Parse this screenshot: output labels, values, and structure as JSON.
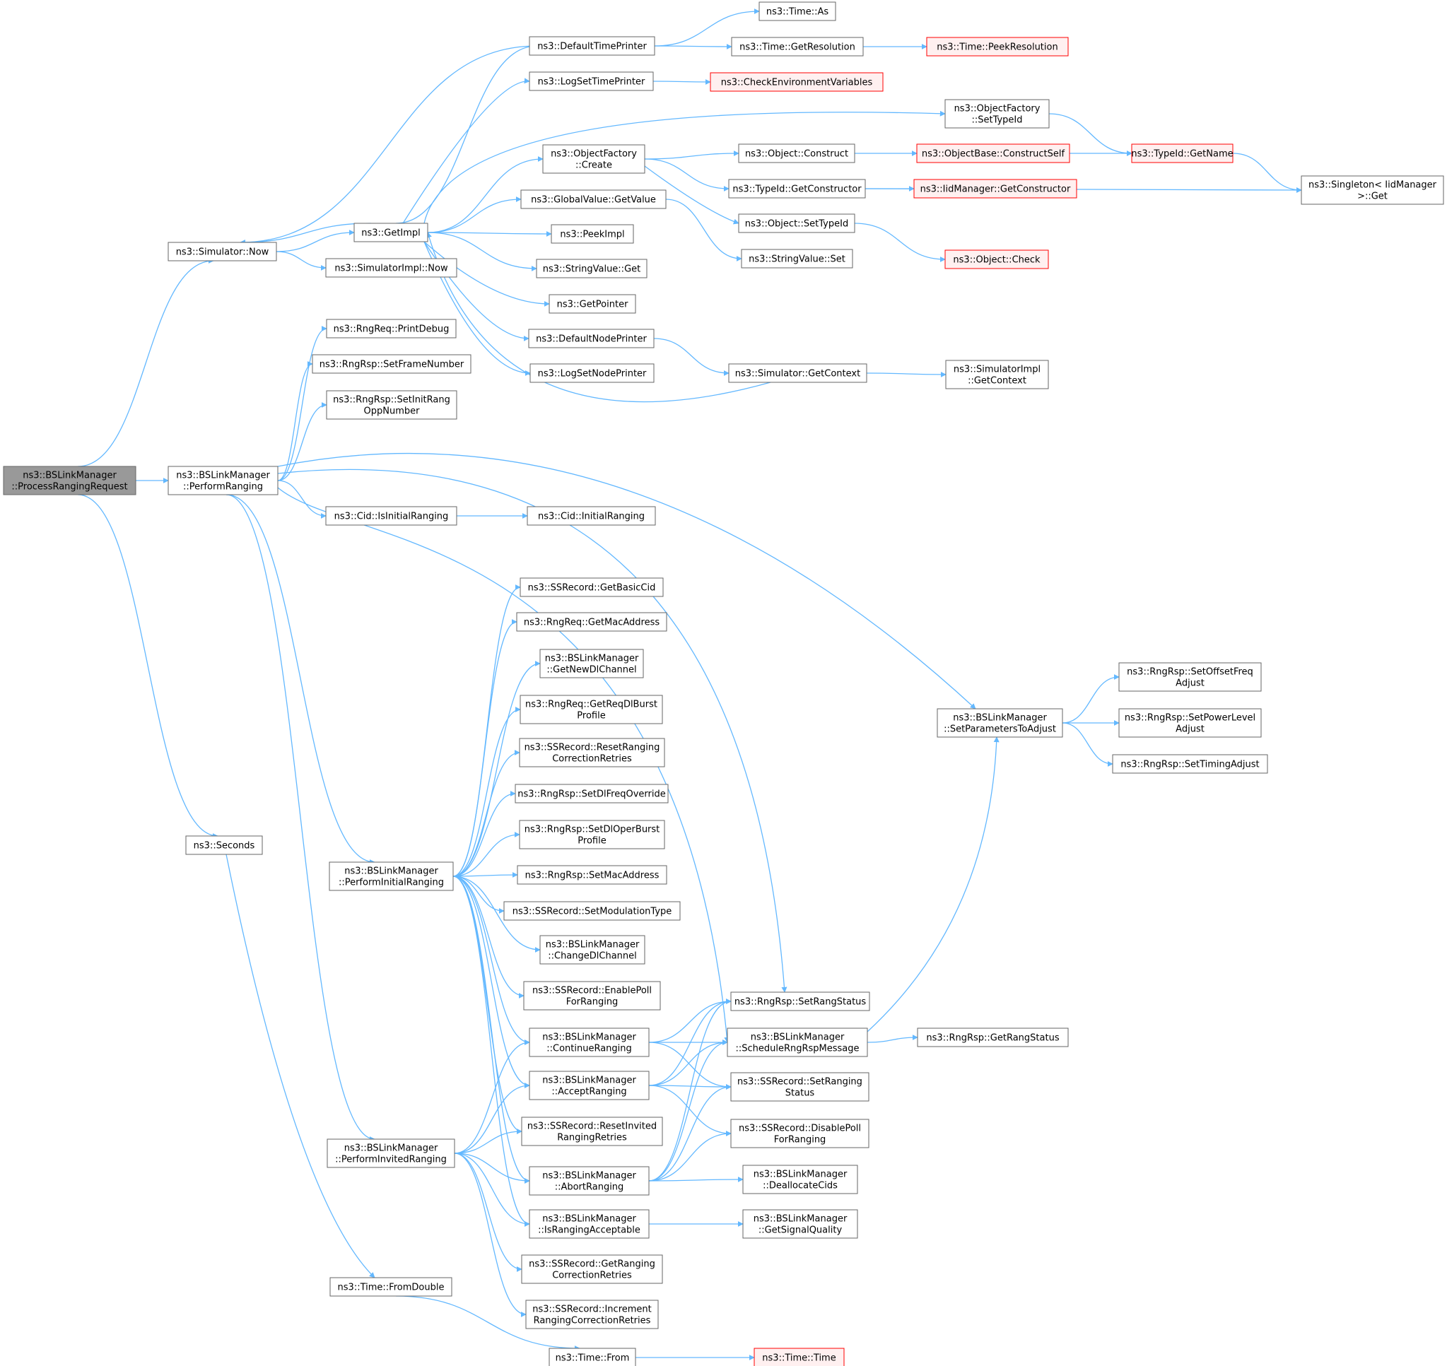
{
  "colors": {
    "edge": "#63b8ff",
    "node_fill": "#ffffff",
    "node_border": "#666666",
    "root_fill": "#999999",
    "root_border": "#666666",
    "truncated_fill": "#fff0f0",
    "truncated_border": "#ff0000"
  },
  "nodes": [
    {
      "id": "processRanging",
      "lines": [
        "ns3::BSLinkManager",
        "::ProcessRangingRequest"
      ],
      "style": "root"
    },
    {
      "id": "simNow",
      "lines": [
        "ns3::Simulator::Now"
      ],
      "style": "normal"
    },
    {
      "id": "performRanging",
      "lines": [
        "ns3::BSLinkManager",
        "::PerformRanging"
      ],
      "style": "normal"
    },
    {
      "id": "seconds",
      "lines": [
        "ns3::Seconds"
      ],
      "style": "normal"
    },
    {
      "id": "getImpl",
      "lines": [
        "ns3::GetImpl"
      ],
      "style": "normal"
    },
    {
      "id": "simImplNow",
      "lines": [
        "ns3::SimulatorImpl::Now"
      ],
      "style": "normal"
    },
    {
      "id": "rngReqPrintDebug",
      "lines": [
        "ns3::RngReq::PrintDebug"
      ],
      "style": "normal"
    },
    {
      "id": "rngRspSetFrameNumber",
      "lines": [
        "ns3::RngRsp::SetFrameNumber"
      ],
      "style": "normal"
    },
    {
      "id": "rngRspSetInitRang",
      "lines": [
        "ns3::RngRsp::SetInitRang",
        "OppNumber"
      ],
      "style": "normal"
    },
    {
      "id": "cidIsInitialRanging",
      "lines": [
        "ns3::Cid::IsInitialRanging"
      ],
      "style": "normal"
    },
    {
      "id": "performInitialRanging",
      "lines": [
        "ns3::BSLinkManager",
        "::PerformInitialRanging"
      ],
      "style": "normal"
    },
    {
      "id": "performInvitedRanging",
      "lines": [
        "ns3::BSLinkManager",
        "::PerformInvitedRanging"
      ],
      "style": "normal"
    },
    {
      "id": "timeFromDouble",
      "lines": [
        "ns3::Time::FromDouble"
      ],
      "style": "normal"
    },
    {
      "id": "defaultTimePrinter",
      "lines": [
        "ns3::DefaultTimePrinter"
      ],
      "style": "normal"
    },
    {
      "id": "logSetTimePrinter",
      "lines": [
        "ns3::LogSetTimePrinter"
      ],
      "style": "normal"
    },
    {
      "id": "objectFactoryCreate",
      "lines": [
        "ns3::ObjectFactory",
        "::Create"
      ],
      "style": "normal"
    },
    {
      "id": "globalValueGetValue",
      "lines": [
        "ns3::GlobalValue::GetValue"
      ],
      "style": "normal"
    },
    {
      "id": "peekImpl",
      "lines": [
        "ns3::PeekImpl"
      ],
      "style": "normal"
    },
    {
      "id": "stringValueGet",
      "lines": [
        "ns3::StringValue::Get"
      ],
      "style": "normal"
    },
    {
      "id": "getPointer",
      "lines": [
        "ns3::GetPointer"
      ],
      "style": "normal"
    },
    {
      "id": "defaultNodePrinter",
      "lines": [
        "ns3::DefaultNodePrinter"
      ],
      "style": "normal"
    },
    {
      "id": "logSetNodePrinter",
      "lines": [
        "ns3::LogSetNodePrinter"
      ],
      "style": "normal"
    },
    {
      "id": "cidInitialRanging",
      "lines": [
        "ns3::Cid::InitialRanging"
      ],
      "style": "normal"
    },
    {
      "id": "ssGetBasicCid",
      "lines": [
        "ns3::SSRecord::GetBasicCid"
      ],
      "style": "normal"
    },
    {
      "id": "rngReqGetMacAddress",
      "lines": [
        "ns3::RngReq::GetMacAddress"
      ],
      "style": "normal"
    },
    {
      "id": "getNewDlChannel",
      "lines": [
        "ns3::BSLinkManager",
        "::GetNewDlChannel"
      ],
      "style": "normal"
    },
    {
      "id": "rngReqGetReqDlBurst",
      "lines": [
        "ns3::RngReq::GetReqDlBurst",
        "Profile"
      ],
      "style": "normal"
    },
    {
      "id": "ssResetRangingCorr",
      "lines": [
        "ns3::SSRecord::ResetRanging",
        "CorrectionRetries"
      ],
      "style": "normal"
    },
    {
      "id": "rngRspSetDlFreqOverride",
      "lines": [
        "ns3::RngRsp::SetDlFreqOverride"
      ],
      "style": "normal"
    },
    {
      "id": "rngRspSetDlOperBurst",
      "lines": [
        "ns3::RngRsp::SetDlOperBurst",
        "Profile"
      ],
      "style": "normal"
    },
    {
      "id": "rngRspSetMacAddress",
      "lines": [
        "ns3::RngRsp::SetMacAddress"
      ],
      "style": "normal"
    },
    {
      "id": "ssSetModulationType",
      "lines": [
        "ns3::SSRecord::SetModulationType"
      ],
      "style": "normal"
    },
    {
      "id": "changeDlChannel",
      "lines": [
        "ns3::BSLinkManager",
        "::ChangeDlChannel"
      ],
      "style": "normal"
    },
    {
      "id": "ssEnablePoll",
      "lines": [
        "ns3::SSRecord::EnablePoll",
        "ForRanging"
      ],
      "style": "normal"
    },
    {
      "id": "continueRanging",
      "lines": [
        "ns3::BSLinkManager",
        "::ContinueRanging"
      ],
      "style": "normal"
    },
    {
      "id": "acceptRanging",
      "lines": [
        "ns3::BSLinkManager",
        "::AcceptRanging"
      ],
      "style": "normal"
    },
    {
      "id": "ssResetInvited",
      "lines": [
        "ns3::SSRecord::ResetInvited",
        "RangingRetries"
      ],
      "style": "normal"
    },
    {
      "id": "abortRanging",
      "lines": [
        "ns3::BSLinkManager",
        "::AbortRanging"
      ],
      "style": "normal"
    },
    {
      "id": "isRangingAcceptable",
      "lines": [
        "ns3::BSLinkManager",
        "::IsRangingAcceptable"
      ],
      "style": "normal"
    },
    {
      "id": "ssGetRangingCorr",
      "lines": [
        "ns3::SSRecord::GetRanging",
        "CorrectionRetries"
      ],
      "style": "normal"
    },
    {
      "id": "ssIncrementRanging",
      "lines": [
        "ns3::SSRecord::Increment",
        "RangingCorrectionRetries"
      ],
      "style": "normal"
    },
    {
      "id": "timeFrom",
      "lines": [
        "ns3::Time::From"
      ],
      "style": "normal"
    },
    {
      "id": "timeAs",
      "lines": [
        "ns3::Time::As"
      ],
      "style": "normal"
    },
    {
      "id": "timeGetResolution",
      "lines": [
        "ns3::Time::GetResolution"
      ],
      "style": "normal"
    },
    {
      "id": "checkEnvVars",
      "lines": [
        "ns3::CheckEnvironmentVariables"
      ],
      "style": "truncated"
    },
    {
      "id": "objectFactorySetTypeId",
      "lines": [
        "ns3::ObjectFactory",
        "::SetTypeId"
      ],
      "style": "normal"
    },
    {
      "id": "objectConstruct",
      "lines": [
        "ns3::Object::Construct"
      ],
      "style": "normal"
    },
    {
      "id": "typeIdGetConstructor",
      "lines": [
        "ns3::TypeId::GetConstructor"
      ],
      "style": "normal"
    },
    {
      "id": "objectSetTypeId",
      "lines": [
        "ns3::Object::SetTypeId"
      ],
      "style": "normal"
    },
    {
      "id": "stringValueSet",
      "lines": [
        "ns3::StringValue::Set"
      ],
      "style": "normal"
    },
    {
      "id": "simGetContext",
      "lines": [
        "ns3::Simulator::GetContext"
      ],
      "style": "normal"
    },
    {
      "id": "setParametersToAdjust",
      "lines": [
        "ns3::BSLinkManager",
        "::SetParametersToAdjust"
      ],
      "style": "normal"
    },
    {
      "id": "rngRspSetRangStatus",
      "lines": [
        "ns3::RngRsp::SetRangStatus"
      ],
      "style": "normal"
    },
    {
      "id": "scheduleRngRspMessage",
      "lines": [
        "ns3::BSLinkManager",
        "::ScheduleRngRspMessage"
      ],
      "style": "normal"
    },
    {
      "id": "ssSetRangingStatus",
      "lines": [
        "ns3::SSRecord::SetRanging",
        "Status"
      ],
      "style": "normal"
    },
    {
      "id": "ssDisablePoll",
      "lines": [
        "ns3::SSRecord::DisablePoll",
        "ForRanging"
      ],
      "style": "normal"
    },
    {
      "id": "deallocateCids",
      "lines": [
        "ns3::BSLinkManager",
        "::DeallocateCids"
      ],
      "style": "normal"
    },
    {
      "id": "getSignalQuality",
      "lines": [
        "ns3::BSLinkManager",
        "::GetSignalQuality"
      ],
      "style": "normal"
    },
    {
      "id": "timeTime",
      "lines": [
        "ns3::Time::Time"
      ],
      "style": "truncated"
    },
    {
      "id": "timePeekResolution",
      "lines": [
        "ns3::Time::PeekResolution"
      ],
      "style": "truncated"
    },
    {
      "id": "objectBaseConstructSelf",
      "lines": [
        "ns3::ObjectBase::ConstructSelf"
      ],
      "style": "truncated"
    },
    {
      "id": "iidManagerGetConstructor",
      "lines": [
        "ns3::IidManager::GetConstructor"
      ],
      "style": "truncated"
    },
    {
      "id": "objectCheck",
      "lines": [
        "ns3::Object::Check"
      ],
      "style": "truncated"
    },
    {
      "id": "simImplGetContext",
      "lines": [
        "ns3::SimulatorImpl",
        "::GetContext"
      ],
      "style": "normal"
    },
    {
      "id": "rngRspSetOffsetFreq",
      "lines": [
        "ns3::RngRsp::SetOffsetFreq",
        "Adjust"
      ],
      "style": "normal"
    },
    {
      "id": "rngRspSetPowerLevel",
      "lines": [
        "ns3::RngRsp::SetPowerLevel",
        "Adjust"
      ],
      "style": "normal"
    },
    {
      "id": "rngRspSetTimingAdjust",
      "lines": [
        "ns3::RngRsp::SetTimingAdjust"
      ],
      "style": "normal"
    },
    {
      "id": "rngRspGetRangStatus",
      "lines": [
        "ns3::RngRsp::GetRangStatus"
      ],
      "style": "normal"
    },
    {
      "id": "typeIdGetName",
      "lines": [
        "ns3::TypeId::GetName"
      ],
      "style": "truncated"
    },
    {
      "id": "singletonGet",
      "lines": [
        "ns3::Singleton< IidManager",
        " >::Get"
      ],
      "style": "normal"
    }
  ],
  "edges": [
    [
      "processRanging",
      "simNow"
    ],
    [
      "processRanging",
      "performRanging"
    ],
    [
      "processRanging",
      "seconds"
    ],
    [
      "simNow",
      "getImpl"
    ],
    [
      "simNow",
      "simImplNow"
    ],
    [
      "getImpl",
      "defaultTimePrinter"
    ],
    [
      "getImpl",
      "logSetTimePrinter"
    ],
    [
      "getImpl",
      "objectFactorySetTypeId"
    ],
    [
      "getImpl",
      "objectFactoryCreate"
    ],
    [
      "getImpl",
      "globalValueGetValue"
    ],
    [
      "getImpl",
      "peekImpl"
    ],
    [
      "getImpl",
      "stringValueGet"
    ],
    [
      "getImpl",
      "getPointer"
    ],
    [
      "getImpl",
      "defaultNodePrinter"
    ],
    [
      "getImpl",
      "logSetNodePrinter"
    ],
    [
      "getImpl",
      "simNow"
    ],
    [
      "simGetContext",
      "getImpl"
    ],
    [
      "defaultTimePrinter",
      "timeAs"
    ],
    [
      "defaultTimePrinter",
      "timeGetResolution"
    ],
    [
      "defaultTimePrinter",
      "simNow"
    ],
    [
      "timeGetResolution",
      "timePeekResolution"
    ],
    [
      "logSetTimePrinter",
      "checkEnvVars"
    ],
    [
      "objectFactorySetTypeId",
      "typeIdGetName"
    ],
    [
      "objectFactoryCreate",
      "objectConstruct"
    ],
    [
      "objectFactoryCreate",
      "typeIdGetConstructor"
    ],
    [
      "objectFactoryCreate",
      "objectSetTypeId"
    ],
    [
      "objectConstruct",
      "objectBaseConstructSelf"
    ],
    [
      "objectBaseConstructSelf",
      "typeIdGetName"
    ],
    [
      "typeIdGetName",
      "singletonGet"
    ],
    [
      "typeIdGetConstructor",
      "iidManagerGetConstructor"
    ],
    [
      "typeIdGetConstructor",
      "singletonGet"
    ],
    [
      "objectSetTypeId",
      "objectCheck"
    ],
    [
      "globalValueGetValue",
      "stringValueSet"
    ],
    [
      "defaultNodePrinter",
      "simGetContext"
    ],
    [
      "simGetContext",
      "simImplGetContext"
    ],
    [
      "performRanging",
      "rngReqPrintDebug"
    ],
    [
      "performRanging",
      "rngRspSetFrameNumber"
    ],
    [
      "performRanging",
      "rngRspSetInitRang"
    ],
    [
      "performRanging",
      "setParametersToAdjust"
    ],
    [
      "performRanging",
      "rngRspSetRangStatus"
    ],
    [
      "performRanging",
      "cidIsInitialRanging"
    ],
    [
      "performRanging",
      "scheduleRngRspMessage"
    ],
    [
      "performRanging",
      "performInitialRanging"
    ],
    [
      "performRanging",
      "performInvitedRanging"
    ],
    [
      "cidIsInitialRanging",
      "cidInitialRanging"
    ],
    [
      "setParametersToAdjust",
      "rngRspSetOffsetFreq"
    ],
    [
      "setParametersToAdjust",
      "rngRspSetPowerLevel"
    ],
    [
      "setParametersToAdjust",
      "rngRspSetTimingAdjust"
    ],
    [
      "scheduleRngRspMessage",
      "setParametersToAdjust"
    ],
    [
      "scheduleRngRspMessage",
      "rngRspGetRangStatus"
    ],
    [
      "performInitialRanging",
      "ssGetBasicCid"
    ],
    [
      "performInitialRanging",
      "rngReqGetMacAddress"
    ],
    [
      "performInitialRanging",
      "getNewDlChannel"
    ],
    [
      "performInitialRanging",
      "rngReqGetReqDlBurst"
    ],
    [
      "performInitialRanging",
      "ssResetRangingCorr"
    ],
    [
      "performInitialRanging",
      "rngRspSetDlFreqOverride"
    ],
    [
      "performInitialRanging",
      "rngRspSetDlOperBurst"
    ],
    [
      "performInitialRanging",
      "rngRspSetMacAddress"
    ],
    [
      "performInitialRanging",
      "ssSetModulationType"
    ],
    [
      "performInitialRanging",
      "changeDlChannel"
    ],
    [
      "performInitialRanging",
      "ssEnablePoll"
    ],
    [
      "performInitialRanging",
      "continueRanging"
    ],
    [
      "performInitialRanging",
      "acceptRanging"
    ],
    [
      "performInitialRanging",
      "ssResetInvited"
    ],
    [
      "performInitialRanging",
      "abortRanging"
    ],
    [
      "performInitialRanging",
      "isRangingAcceptable"
    ],
    [
      "performInvitedRanging",
      "continueRanging"
    ],
    [
      "performInvitedRanging",
      "acceptRanging"
    ],
    [
      "performInvitedRanging",
      "ssResetInvited"
    ],
    [
      "performInvitedRanging",
      "abortRanging"
    ],
    [
      "performInvitedRanging",
      "isRangingAcceptable"
    ],
    [
      "performInvitedRanging",
      "ssGetRangingCorr"
    ],
    [
      "performInvitedRanging",
      "ssIncrementRanging"
    ],
    [
      "continueRanging",
      "rngRspSetRangStatus"
    ],
    [
      "continueRanging",
      "scheduleRngRspMessage"
    ],
    [
      "continueRanging",
      "ssSetRangingStatus"
    ],
    [
      "acceptRanging",
      "rngRspSetRangStatus"
    ],
    [
      "acceptRanging",
      "scheduleRngRspMessage"
    ],
    [
      "acceptRanging",
      "ssSetRangingStatus"
    ],
    [
      "acceptRanging",
      "ssDisablePoll"
    ],
    [
      "abortRanging",
      "rngRspSetRangStatus"
    ],
    [
      "abortRanging",
      "scheduleRngRspMessage"
    ],
    [
      "abortRanging",
      "ssSetRangingStatus"
    ],
    [
      "abortRanging",
      "ssDisablePoll"
    ],
    [
      "abortRanging",
      "deallocateCids"
    ],
    [
      "isRangingAcceptable",
      "getSignalQuality"
    ],
    [
      "seconds",
      "timeFromDouble"
    ],
    [
      "timeFromDouble",
      "timeFrom"
    ],
    [
      "timeFrom",
      "timeTime"
    ]
  ]
}
